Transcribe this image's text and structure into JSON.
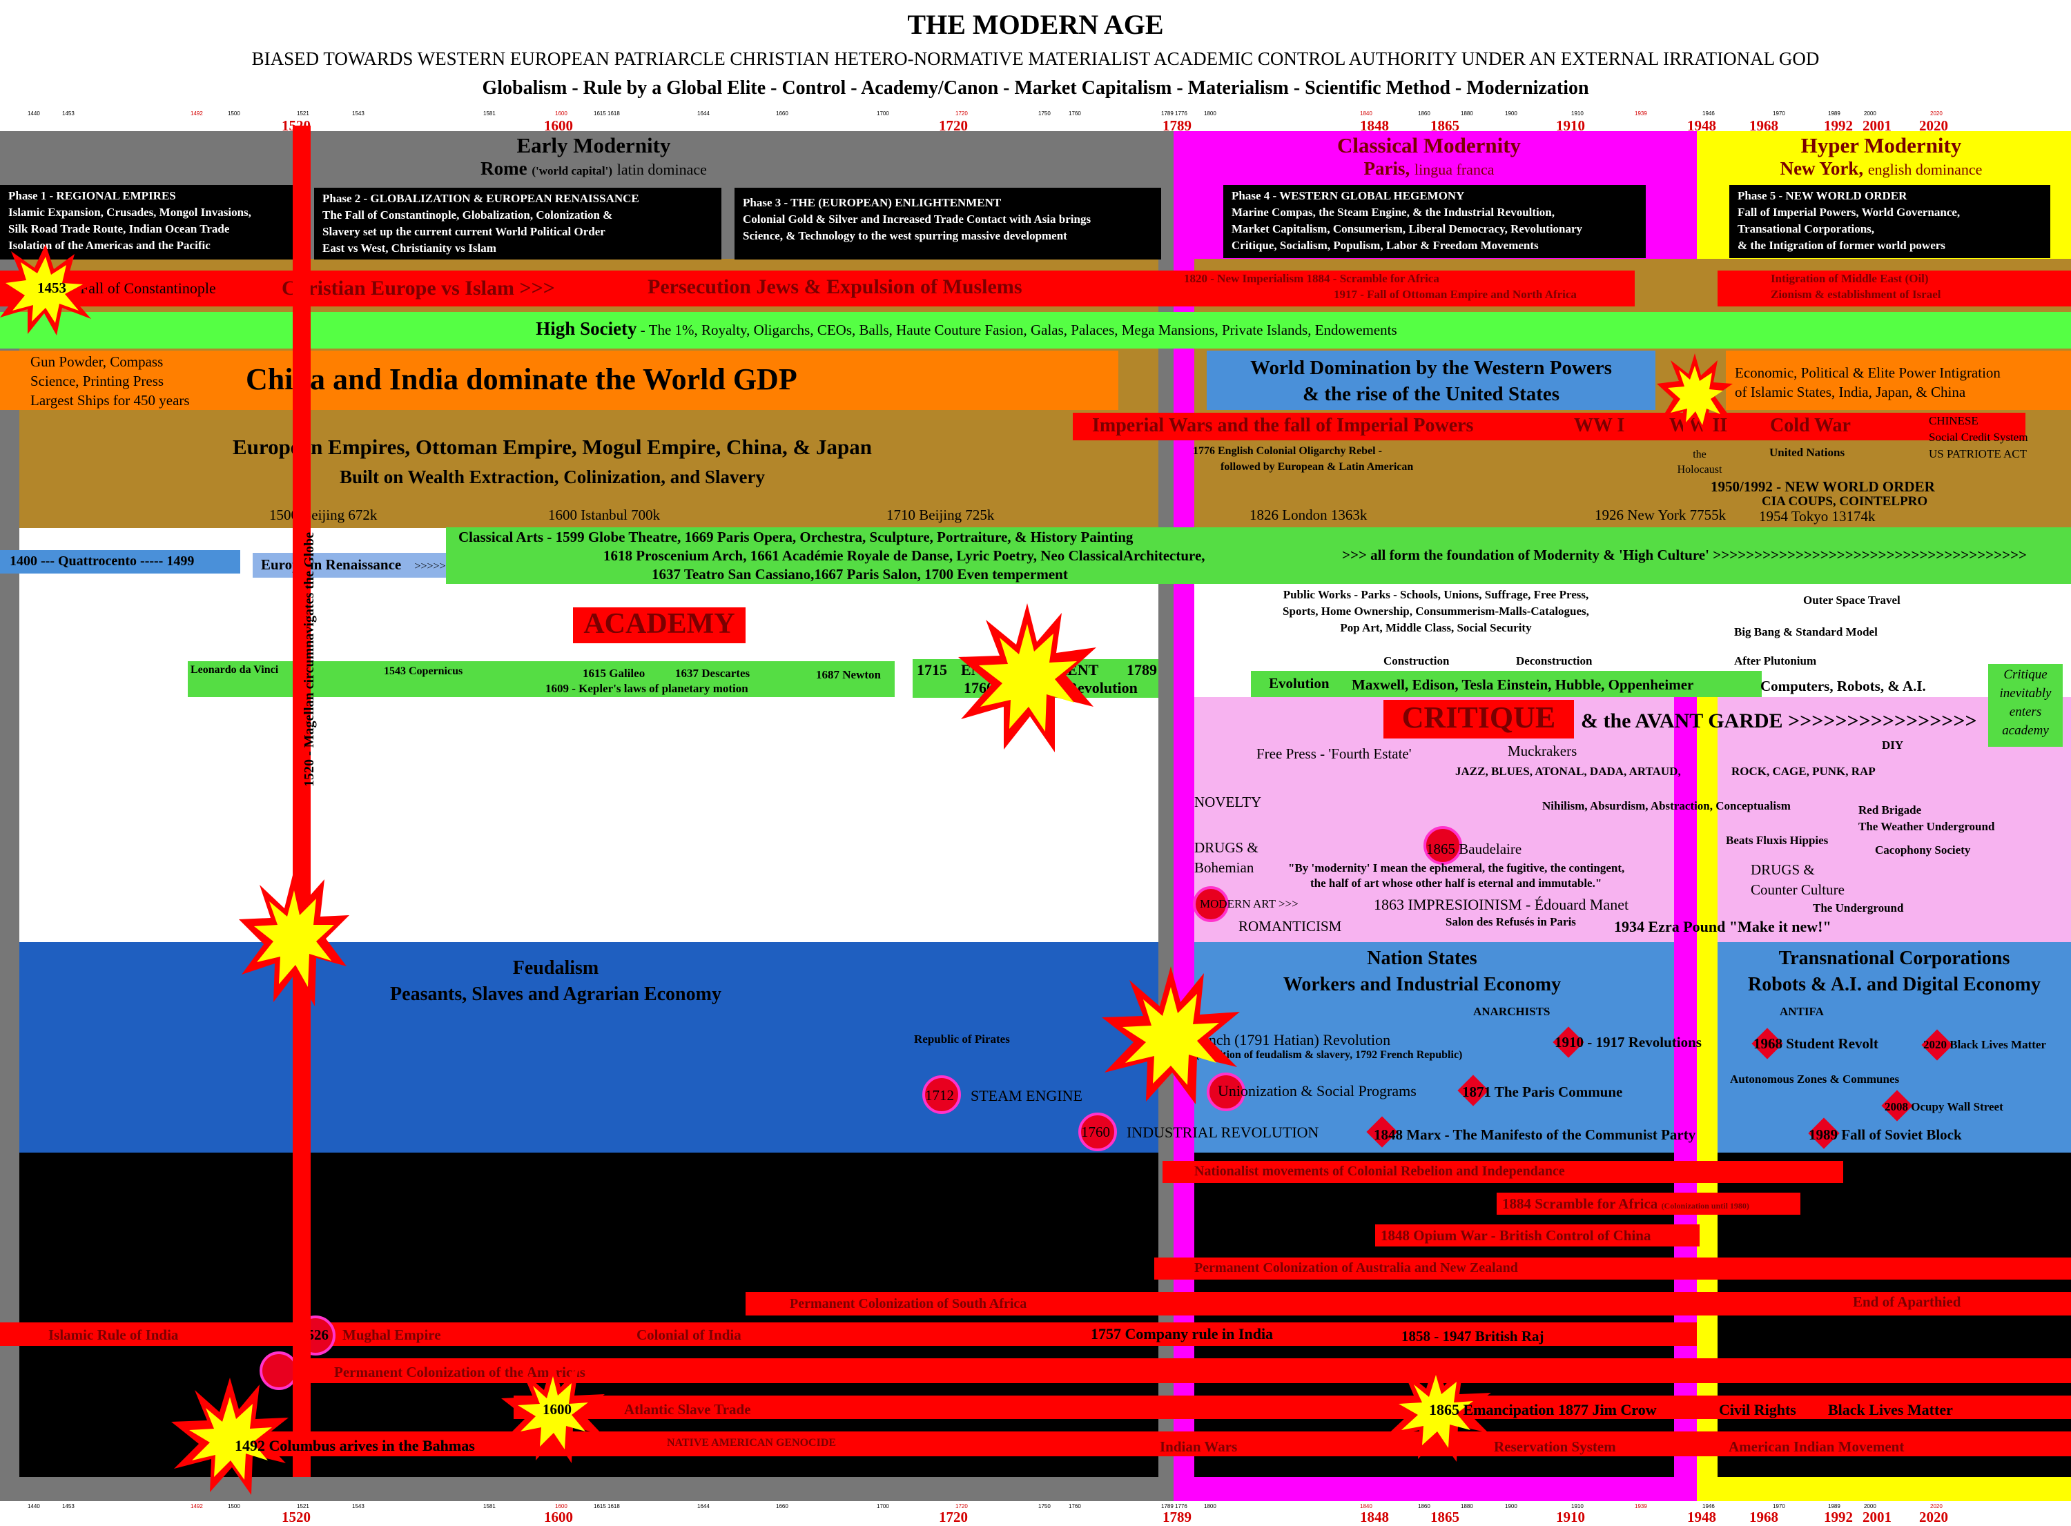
{
  "header": {
    "title": "THE MODERN AGE",
    "subtitle": "BIASED TOWARDS WESTERN EUROPEAN PATRIARCLE CHRISTIAN HETERO-NORMATIVE MATERIALIST ACADEMIC CONTROL AUTHORITY UNDER AN EXTERNAL IRRATIONAL GOD",
    "themes": "Globalism - Rule by a Global Elite - Control - Academy/Canon - Market Capitalism - Materialism - Scientific Method - Modernization"
  },
  "axis": {
    "major_years": [
      "1520",
      "1600",
      "1720",
      "1789",
      "1848",
      "1865",
      "1910",
      "1948",
      "1968",
      "1992",
      "2001",
      "2020"
    ],
    "minor_ticks": [
      "1440",
      "1453",
      "1492",
      "1500",
      "1521",
      "1543",
      "1581",
      "1600",
      "1615 1618",
      "1644",
      "1660",
      "1700",
      "1720",
      "1750",
      "1760",
      "1789 1776",
      "1800",
      "1840",
      "1860",
      "1880",
      "1900",
      "1910",
      "1939",
      "1946",
      "1970",
      "1989",
      "2000",
      "2020"
    ]
  },
  "eras": {
    "early": {
      "title": "Early Modernity",
      "city": "Rome",
      "note_small": "('world capital')",
      "note": "latin dominace",
      "color": "#777777"
    },
    "classical": {
      "title": "Classical Modernity",
      "city": "Paris,",
      "note": "lingua franca",
      "color": "#ff00ff"
    },
    "hyper": {
      "title": "Hyper Modernity",
      "city": "New York,",
      "note": "english dominance",
      "color": "#ffff00"
    }
  },
  "phases": [
    {
      "title": "Phase 1 - REGIONAL EMPIRES",
      "lines": [
        "Islamic Expansion, Crusades, Mongol Invasions,",
        "Silk Road Trade Route, Indian Ocean Trade",
        "Isolation of the Americas and the Pacific"
      ]
    },
    {
      "title": "Phase 2 - GLOBALIZATION & EUROPEAN RENAISSANCE",
      "lines": [
        "The Fall of Constantinople, Globalization, Colonization &",
        "Slavery set up the current current World Political Order",
        "East vs West, Christianity vs Islam"
      ]
    },
    {
      "title": "Phase 3 - THE (EUROPEAN) ENLIGHTENMENT",
      "lines": [
        "Colonial Gold & Silver and Increased Trade Contact with Asia brings",
        "Science, & Technology to the west spurring massive development"
      ]
    },
    {
      "title": "Phase 4 - WESTERN GLOBAL HEGEMONY",
      "lines": [
        "Marine Compas, the Steam Engine, & the Industrial Revoultion,",
        "Market Capitalism, Consumerism, Liberal Democracy, Revolutionary",
        "Critique, Socialism, Populism, Labor & Freedom Movements"
      ]
    },
    {
      "title": "Phase 5 - NEW WORLD ORDER",
      "lines": [
        "Fall of Imperial Powers, World Governance,",
        "Transational Corporations,",
        "& the Intigration of former world powers"
      ]
    }
  ],
  "rows": {
    "r1": {
      "c1453": "1453",
      "constantinople": "Fall of Constantinople",
      "christian": "Christian Europe vs Islam >>>",
      "persecution": "Persecution Jews & Expulsion of Muslems",
      "imperialism": "1820 - New Imperialism   1884 - Scramble for Africa",
      "ottoman": "1917 - Fall of Ottoman Empire and North Africa",
      "mideast": "Intigration of Middle East (Oil)",
      "zionism": "Zionism & establishment of Israel"
    },
    "high_society": {
      "label": "High Society",
      "rest": " - The 1%, Royalty, Oligarchs, CEOs, Balls, Haute Couture Fasion, Galas, Palaces, Mega Mansions, Private Islands, Endowements"
    },
    "gdp": {
      "inventions": [
        "Gun Powder, Compass",
        "Science, Printing Press",
        "Largest Ships for 450 years"
      ],
      "main": "China and India dominate the World GDP",
      "western": [
        "World Domination by the Western Powers",
        "& the rise of the United States"
      ],
      "integration": [
        "Economic, Political & Elite Power Intigration",
        "of Islamic States, India, Japan, & China"
      ]
    },
    "empires": {
      "line1": "European Empires, Ottoman Empire, Mogul Empire, China, & Japan",
      "line2": "Built on Wealth Extraction, Colinization, and Slavery",
      "imperial_wars": "Imperial Wars and the fall of Imperial Powers",
      "ww1": "WW I",
      "ww2": "WW II",
      "cold_war": "Cold War",
      "chinese": [
        "CHINESE",
        "Social Credit System",
        "US PATRIOTE ACT"
      ],
      "rebel": [
        "1776 English Colonial Oligarchy Rebel -",
        "followed by European & Latin American"
      ],
      "holocaust": [
        "the",
        "Holocaust"
      ],
      "un": "United Nations",
      "nwo": "1950/1992 - NEW WORLD  ORDER",
      "cia": "CIA COUPS, COINTELPRO",
      "cities": [
        "1500 Beijing 672k",
        "1600 Istanbul 700k",
        "1710 Beijing 725k",
        "1826 London 1363k",
        "1926 New York 7755k",
        "1954 Tokyo 13174k"
      ]
    },
    "arts": {
      "quattro": "1400 --- Quattrocento ----- 1499",
      "renaissance": "European Renaissance",
      "arrows": ">>>>>>>>>>>>>>>>>>>>",
      "line1": "Classical Arts - 1599 Globe Theatre, 1669 Paris Opera, Orchestra, Sculpture, Portraiture, & History Painting",
      "line2": "1618 Proscenium Arch, 1661 Académie Royale de Danse, Lyric Poetry, Neo ClassicalArchitecture,",
      "line3": "1637 Teatro San Cassiano,1667 Paris Salon, 1700 Even temperment",
      "foundation": ">>>   all form the foundation of Modernity & 'High Culture' >>>>>>>>>>>>>>>>>>>>>>>>>>>>>>>>>>>>>>"
    }
  },
  "academy": {
    "label": "ACADEMY",
    "leonardo": "Leonardo da Vinci",
    "copernicus": "1543 Copernicus",
    "galileo": "1615 Galileo",
    "descartes": "1637 Descartes",
    "kepler": "1609 - Kepler's laws of planetary motion",
    "newton": "1687 Newton",
    "enl_start": "1715",
    "enlightenment": "ENLIGHTENMENT",
    "enl_end": "1789",
    "industrial": "1760  Industrial Revolution",
    "public_works": [
      "Public Works - Parks - Schools, Unions, Suffrage, Free Press,",
      "Sports, Home Ownership, Consummerism-Malls-Catalogues,",
      "Pop Art, Middle Class, Social Security"
    ],
    "construction": "Construction",
    "deconstruction": "Deconstruction",
    "evolution": "Evolution",
    "scientists": "Maxwell, Edison, Tesla    Einstein, Hubble, Oppenheimer",
    "outer_space": "Outer Space Travel",
    "big_bang": "Big Bang & Standard Model",
    "plutonium": "After Plutonium",
    "computers": "Computers, Robots, & A.I.",
    "critique_enters": [
      "Critique",
      "inevitably",
      "enters",
      "academy"
    ]
  },
  "critique": {
    "label": "CRITIQUE",
    "avant": "& the AVANT GARDE  >>>>>>>>>>>>>>>>",
    "free_press": "Free Press - 'Fourth Estate'",
    "muckrakers": "Muckrakers",
    "jazz": "JAZZ, BLUES, ATONAL, DADA, ARTAUD,",
    "rock": "ROCK,   CAGE, PUNK, RAP",
    "diy": "DIY",
    "novelty": "NOVELTY",
    "nihilism": "Nihilism, Absurdism, Abstraction, Conceptualism",
    "red_brigade": "Red Brigade",
    "weather": "The Weather Underground",
    "beats": "Beats  Fluxis  Hippies",
    "cacophony": "Cacophony Society",
    "drugs1": [
      "DRUGS &",
      "Bohemian"
    ],
    "drugs2": [
      "DRUGS &",
      "Counter Culture"
    ],
    "underground": "The Underground",
    "baudelaire": "1865 Baudelaire",
    "quote1": "\"By 'modernity' I mean the ephemeral, the fugitive, the contingent,",
    "quote2": "the half of art whose other half is eternal and immutable.\"",
    "modern_art": "MODERN ART >>>",
    "romanticism": "ROMANTICISM",
    "manet": "1863 IMPRESIOINISM - Édouard Manet",
    "salon": "Salon des Refusés in Paris",
    "pound": "1934 Ezra Pound \"Make it new!\""
  },
  "economy": {
    "feudalism": [
      "Feudalism",
      "Peasants, Slaves and Agrarian Economy"
    ],
    "nation": [
      "Nation States",
      "Workers and Industrial Economy"
    ],
    "transnational": [
      "Transnational Corporations",
      "Robots & A.I. and Digital Economy"
    ],
    "pirates": "Republic of Pirates",
    "anarchists": "ANARCHISTS",
    "antifa": "ANTIFA",
    "french": "1789 French (1791 Hatian) Revolution",
    "french_note": "(abolition of feudalism & slavery, 1792 French Republic)",
    "rev1910": "1910 - 1917 Revolutions",
    "student": "1968 Student Revolt",
    "blm2020": "2020 Black Lives Matter",
    "steam_year": "1712",
    "steam": "STEAM ENGINE",
    "unionization": "Unionization & Social  Programs",
    "commune": "1871 The Paris Commune",
    "autonomous": "Autonomous Zones & Communes",
    "occupy": "2008 Ocupy Wall Street",
    "ind_year": "1760",
    "ind": "INDUSTRIAL REVOLUTION",
    "marx": "1848  Marx - The Manifesto of the Communist Party",
    "soviet": "1989 Fall of Soviet Block"
  },
  "colonial": {
    "nationalist": "Nationalist movements of Colonial Rebelion and Independance",
    "scramble": "1884 Scramble for Africa",
    "scramble_note": "(Colonization until 1980)",
    "opium": "1848 Opium War - British Control of China",
    "australia": "Permanent Colonization of Australia and New Zealand",
    "south_africa": "Permanent Colonization of South Africa",
    "apartheid": "End of Aparthied",
    "islamic_india": "Islamic Rule of India",
    "mughal_year": "1526",
    "mughal": "Mughal Empire",
    "colonial_india": "Colonial of India",
    "company": "1757  Company rule in India",
    "raj": "1858 - 1947  British Raj",
    "americas": "Permanent Colonization of the Americas",
    "slave_year": "1600",
    "slave": "Atlantic Slave Trade",
    "emancipation": "1865 Emancipation 1877 Jim Crow",
    "civil": "Civil Rights",
    "blm": "Black Lives Matter",
    "columbus": "1492 Columbus arives in the Bahmas",
    "genocide": "NATIVE AMERICAN GENOCIDE",
    "indian_wars": "Indian Wars",
    "reservation": "Reservation System",
    "aim": "American Indian Movement",
    "magellan": "1520 - Magellan circumnavigates the Globe"
  },
  "colors": {
    "red": "#ff0000",
    "green": "#55dd44",
    "orange": "#ff7f00",
    "brown": "#b3862a",
    "blue": "#4a90d9",
    "feudal_blue": "#1f5fc0",
    "pink": "#f7b3f0"
  }
}
